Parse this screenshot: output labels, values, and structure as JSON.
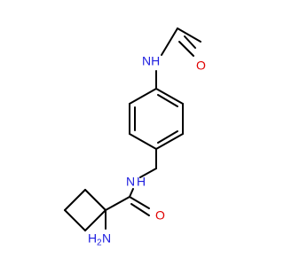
{
  "molecule": {
    "atoms": {
      "nh_top": {
        "label": "NH",
        "element": "N",
        "color": "#2020e0"
      },
      "o_top": {
        "label": "O",
        "element": "O",
        "color": "#e00000"
      },
      "n_mid": {
        "label": "N",
        "element": "N",
        "color": "#2020e0"
      },
      "h_mid": {
        "label": "H",
        "element": "H",
        "color": "#2020e0"
      },
      "o_mid": {
        "label": "O",
        "element": "O",
        "color": "#e00000"
      },
      "h2_bottom": {
        "label": "H",
        "element": "H",
        "color": "#2020e0"
      },
      "sub2_bottom": {
        "label": "2",
        "element": "H",
        "color": "#2020e0"
      },
      "n_bottom": {
        "label": "N",
        "element": "N",
        "color": "#2020e0"
      }
    },
    "bond_color": "#000000"
  }
}
